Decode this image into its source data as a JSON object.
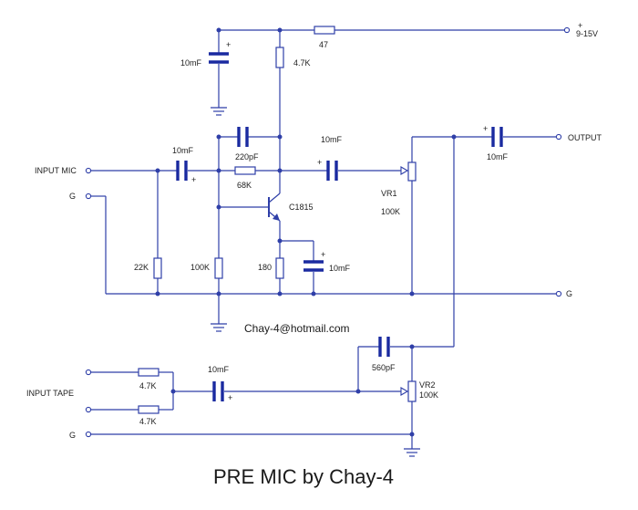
{
  "title": "PRE MIC by Chay-4",
  "email": "Chay-4@hotmail.com",
  "supply": {
    "sign": "+",
    "voltage": "9-15V"
  },
  "ports": {
    "input_mic": "INPUT MIC",
    "g_mic": "G",
    "output": "OUTPUT",
    "g_right": "G",
    "input_tape": "INPUT TAPE",
    "g_tape": "G"
  },
  "components": {
    "r_supply": "47",
    "c_supply": "10mF",
    "r_collector": "4.7K",
    "c_feedback": "220pF",
    "r_feedback": "68K",
    "c_input": "10mF",
    "c_output": "10mF",
    "transistor": "C1815",
    "r_22k": "22K",
    "r_100k": "100K",
    "r_emitter": "180",
    "c_emitter": "10mF",
    "vr1_name": "VR1",
    "vr1_value": "100K",
    "c_out_final": "10mF",
    "c_560": "560pF",
    "vr2_name": "VR2",
    "vr2_value": "100K",
    "r_tape1": "4.7K",
    "r_tape2": "4.7K",
    "c_tape": "10mF"
  },
  "polarity": {
    "c_supply": "+",
    "c_input": "+",
    "c_output": "+",
    "c_emitter": "+",
    "c_out_final": "+",
    "c_tape": "+"
  },
  "colors": {
    "wire": "#2f3fa8",
    "capacitor": "#1a2aa0",
    "text": "#222222"
  }
}
